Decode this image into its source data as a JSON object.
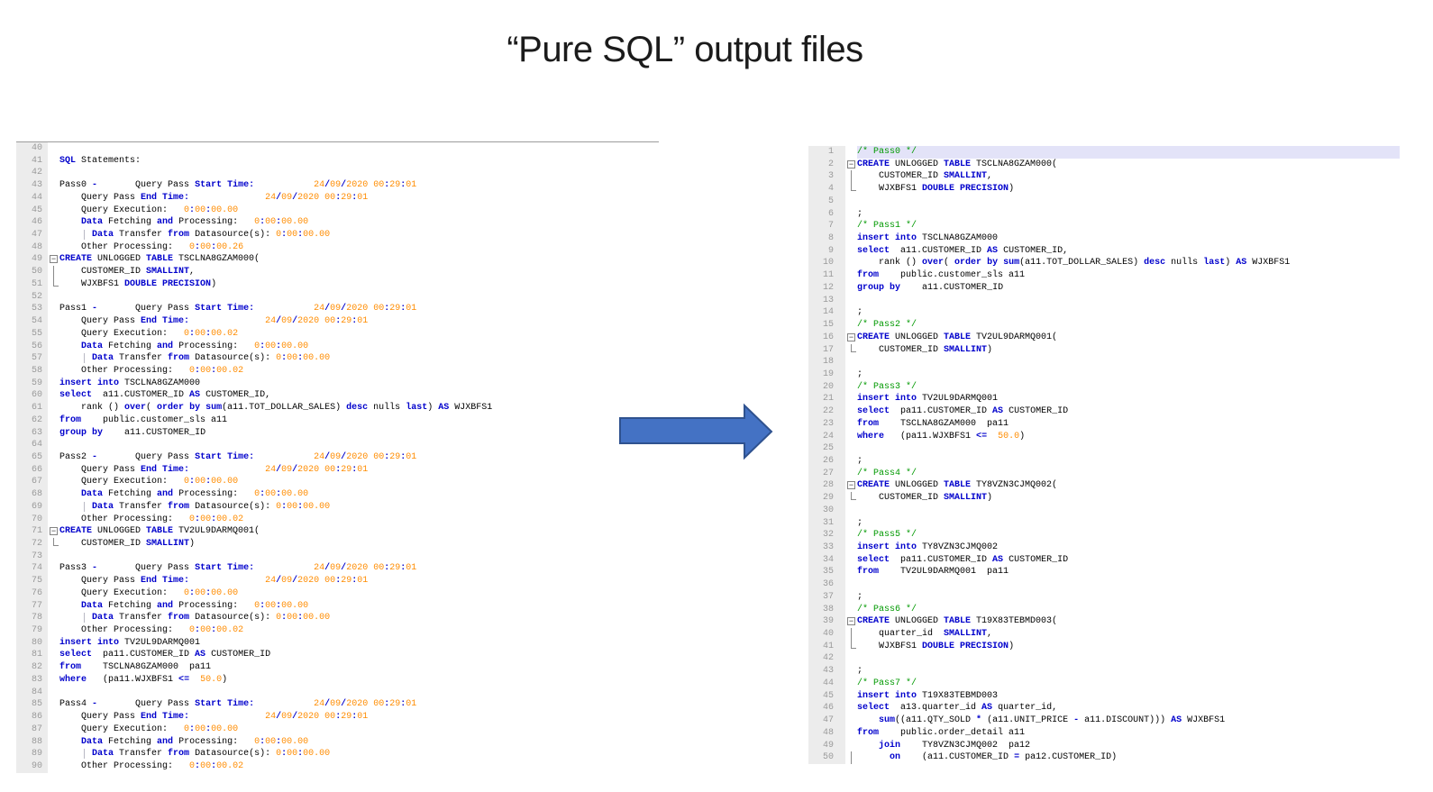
{
  "title": "“Pure SQL” output files",
  "colors": {
    "keyword": "#0000CC",
    "number": "#FF8C00",
    "comment": "#009900",
    "gutter_bg": "#ECECEC",
    "gutter_text": "#9A9A9A",
    "selection": "#E3E3F8"
  },
  "arrow": {
    "name": "right-arrow",
    "fill": "#4472C4",
    "stroke": "#2F528F"
  },
  "highlight_keywords": [
    "SQL",
    "Start",
    "End",
    "Time:",
    "Data",
    "and",
    "from",
    "CREATE",
    "TABLE",
    "SMALLINT",
    "DOUBLE",
    "PRECISION",
    "insert",
    "into",
    "select",
    "where",
    "group",
    "by",
    "order",
    "over",
    "sum",
    "desc",
    "last",
    "AS",
    "join",
    "on"
  ],
  "left_panel": {
    "label": "SQL statements log editor",
    "first_line_number": 40,
    "folds": {
      "49": "start",
      "50": "mid",
      "51": "end",
      "71": "start",
      "72": "end"
    },
    "indent_guide_lines": [
      47,
      57,
      69,
      78,
      89
    ],
    "lines": [
      "",
      "SQL Statements:",
      "",
      "Pass0 -       Query Pass Start Time:           24/09/2020 00:29:01",
      "    Query Pass End Time:              24/09/2020 00:29:01",
      "    Query Execution:   0:00:00.00",
      "    Data Fetching and Processing:   0:00:00.00",
      "      Data Transfer from Datasource(s): 0:00:00.00",
      "    Other Processing:   0:00:00.26",
      "CREATE UNLOGGED TABLE TSCLNA8GZAM000(",
      "    CUSTOMER_ID SMALLINT,",
      "    WJXBFS1 DOUBLE PRECISION)",
      "",
      "Pass1 -       Query Pass Start Time:           24/09/2020 00:29:01",
      "    Query Pass End Time:              24/09/2020 00:29:01",
      "    Query Execution:   0:00:00.02",
      "    Data Fetching and Processing:   0:00:00.00",
      "      Data Transfer from Datasource(s): 0:00:00.00",
      "    Other Processing:   0:00:00.02",
      "insert into TSCLNA8GZAM000",
      "select  a11.CUSTOMER_ID AS CUSTOMER_ID,",
      "    rank () over( order by sum(a11.TOT_DOLLAR_SALES) desc nulls last) AS WJXBFS1",
      "from    public.customer_sls a11",
      "group by    a11.CUSTOMER_ID",
      "",
      "Pass2 -       Query Pass Start Time:           24/09/2020 00:29:01",
      "    Query Pass End Time:              24/09/2020 00:29:01",
      "    Query Execution:   0:00:00.00",
      "    Data Fetching and Processing:   0:00:00.00",
      "      Data Transfer from Datasource(s): 0:00:00.00",
      "    Other Processing:   0:00:00.02",
      "CREATE UNLOGGED TABLE TV2UL9DARMQ001(",
      "    CUSTOMER_ID SMALLINT)",
      "",
      "Pass3 -       Query Pass Start Time:           24/09/2020 00:29:01",
      "    Query Pass End Time:              24/09/2020 00:29:01",
      "    Query Execution:   0:00:00.00",
      "    Data Fetching and Processing:   0:00:00.00",
      "      Data Transfer from Datasource(s): 0:00:00.00",
      "    Other Processing:   0:00:00.02",
      "insert into TV2UL9DARMQ001",
      "select  pa11.CUSTOMER_ID AS CUSTOMER_ID",
      "from    TSCLNA8GZAM000  pa11",
      "where   (pa11.WJXBFS1 <=  50.0)",
      "",
      "Pass4 -       Query Pass Start Time:           24/09/2020 00:29:01",
      "    Query Pass End Time:              24/09/2020 00:29:01",
      "    Query Execution:   0:00:00.00",
      "    Data Fetching and Processing:   0:00:00.00",
      "      Data Transfer from Datasource(s): 0:00:00.00",
      "    Other Processing:   0:00:00.02"
    ]
  },
  "right_panel": {
    "label": "Pure SQL output editor",
    "first_line_number": 1,
    "selected_line": 1,
    "folds": {
      "2": "start",
      "3": "mid",
      "4": "end",
      "16": "start",
      "17": "end",
      "28": "start",
      "29": "end",
      "39": "start",
      "40": "mid",
      "41": "end",
      "50": "mid"
    },
    "indent_guide_lines": [],
    "lines": [
      "/* Pass0 */",
      "CREATE UNLOGGED TABLE TSCLNA8GZAM000(",
      "    CUSTOMER_ID SMALLINT,",
      "    WJXBFS1 DOUBLE PRECISION)",
      "",
      ";",
      "/* Pass1 */",
      "insert into TSCLNA8GZAM000",
      "select  a11.CUSTOMER_ID AS CUSTOMER_ID,",
      "    rank () over( order by sum(a11.TOT_DOLLAR_SALES) desc nulls last) AS WJXBFS1",
      "from    public.customer_sls a11",
      "group by    a11.CUSTOMER_ID",
      "",
      ";",
      "/* Pass2 */",
      "CREATE UNLOGGED TABLE TV2UL9DARMQ001(",
      "    CUSTOMER_ID SMALLINT)",
      "",
      ";",
      "/* Pass3 */",
      "insert into TV2UL9DARMQ001",
      "select  pa11.CUSTOMER_ID AS CUSTOMER_ID",
      "from    TSCLNA8GZAM000  pa11",
      "where   (pa11.WJXBFS1 <=  50.0)",
      "",
      ";",
      "/* Pass4 */",
      "CREATE UNLOGGED TABLE TY8VZN3CJMQ002(",
      "    CUSTOMER_ID SMALLINT)",
      "",
      ";",
      "/* Pass5 */",
      "insert into TY8VZN3CJMQ002",
      "select  pa11.CUSTOMER_ID AS CUSTOMER_ID",
      "from    TV2UL9DARMQ001  pa11",
      "",
      ";",
      "/* Pass6 */",
      "CREATE UNLOGGED TABLE T19X83TEBMD003(",
      "    quarter_id  SMALLINT,",
      "    WJXBFS1 DOUBLE PRECISION)",
      "",
      ";",
      "/* Pass7 */",
      "insert into T19X83TEBMD003",
      "select  a13.quarter_id AS quarter_id,",
      "    sum((a11.QTY_SOLD * (a11.UNIT_PRICE - a11.DISCOUNT))) AS WJXBFS1",
      "from    public.order_detail a11",
      "    join    TY8VZN3CJMQ002  pa12",
      "      on    (a11.CUSTOMER_ID = pa12.CUSTOMER_ID)"
    ]
  }
}
